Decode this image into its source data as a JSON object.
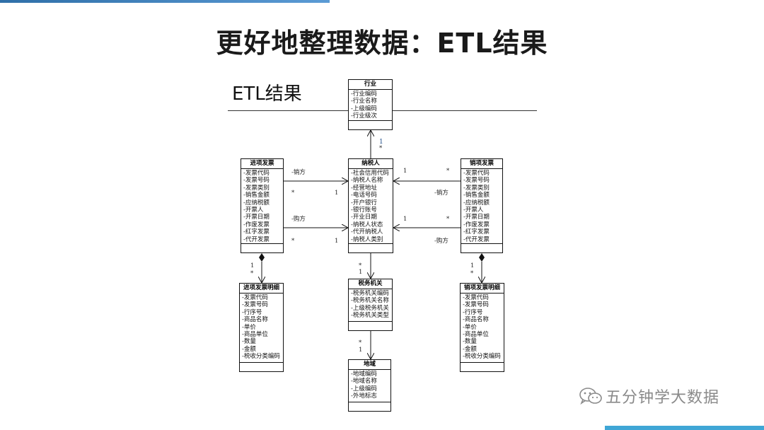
{
  "slide": {
    "title": "更好地整理数据：ETL结果",
    "section_title": "ETL结果"
  },
  "entities": {
    "industry": {
      "name": "行业",
      "attrs": [
        "-行业编码",
        "-行业名称",
        "-上级编码",
        "-行业级次"
      ]
    },
    "taxpayer": {
      "name": "纳税人",
      "attrs": [
        "-社会信用代码",
        "-纳税人名称",
        "-经营地址",
        "-电话号码",
        "-开户银行",
        "-银行账号",
        "-开业日期",
        "-纳税人状态",
        "-代开纳税人",
        "-纳税人类别"
      ]
    },
    "purchase_invoice": {
      "name": "进项发票",
      "attrs": [
        "-发票代码",
        "-发票号码",
        "-发票类别",
        "-销售金额",
        "-应纳税额",
        "-开票人",
        "-开票日期",
        "-作废发票",
        "-红字发票",
        "-代开发票"
      ]
    },
    "sales_invoice": {
      "name": "销项发票",
      "attrs": [
        "-发票代码",
        "-发票号码",
        "-发票类别",
        "-销售金额",
        "-应纳税额",
        "-开票人",
        "-开票日期",
        "-作废发票",
        "-红字发票",
        "-代开发票"
      ]
    },
    "tax_authority": {
      "name": "税务机关",
      "attrs": [
        "-税务机关编码",
        "-税务机关名称",
        "-上级税务机关",
        "-税务机关类型"
      ]
    },
    "region": {
      "name": "地域",
      "attrs": [
        "-地域编码",
        "-地域名称",
        "-上级编码",
        "-外地标志"
      ]
    },
    "purchase_detail": {
      "name": "进项发票明细",
      "attrs": [
        "-发票代码",
        "-发票号码",
        "-行序号",
        "-商品名称",
        "-单价",
        "-商品单位",
        "-数量",
        "-金额",
        "-税收分类编码"
      ]
    },
    "sales_detail": {
      "name": "销项发票明细",
      "attrs": [
        "-发票代码",
        "-发票号码",
        "-行序号",
        "-商品名称",
        "-单价",
        "-商品单位",
        "-数量",
        "-金额",
        "-税收分类编码"
      ]
    }
  },
  "relations": {
    "role_seller": "-销方",
    "role_buyer": "-购方",
    "one": "1",
    "many": "*"
  },
  "watermark": {
    "text": "五分钟学大数据",
    "icon": "wechat-icon"
  }
}
